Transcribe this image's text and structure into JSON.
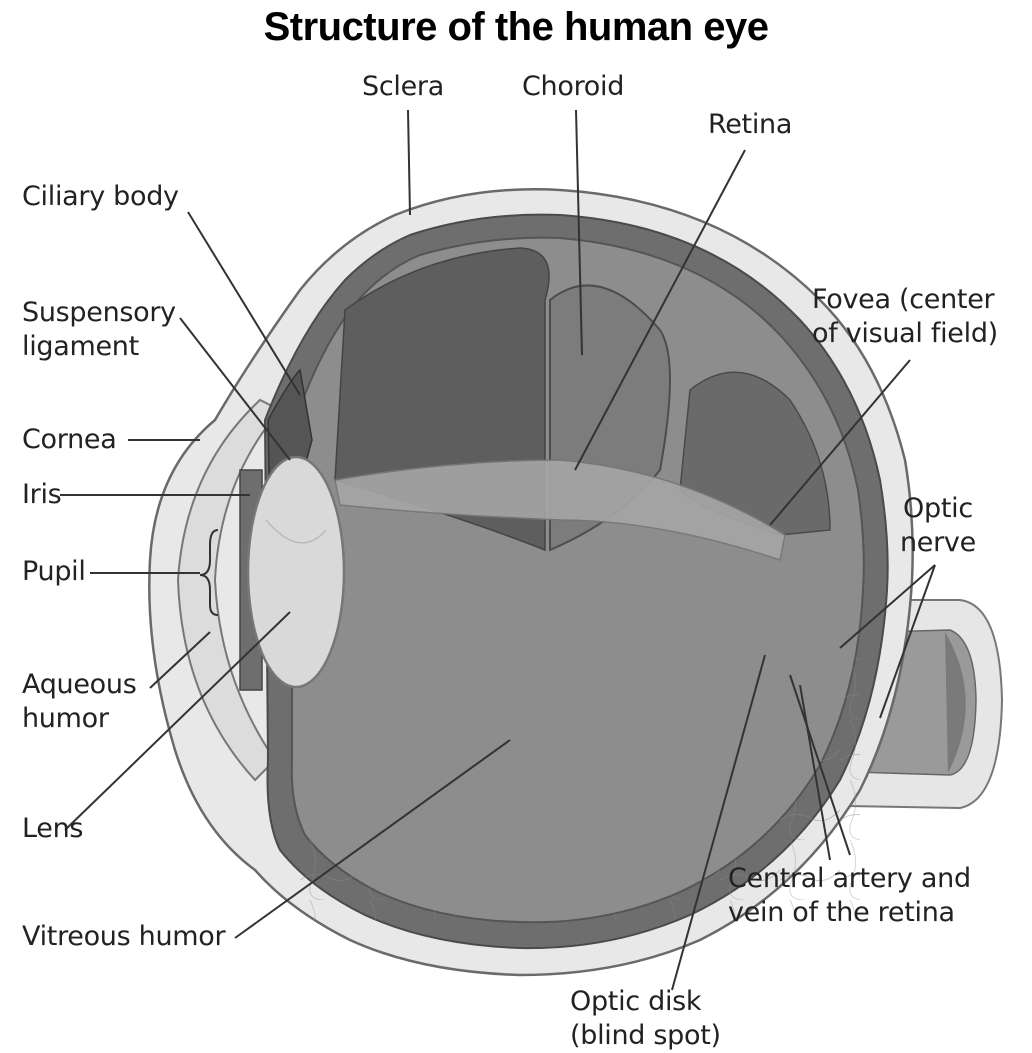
{
  "title": "Structure of the human eye",
  "labels": {
    "sclera": "Sclera",
    "choroid": "Choroid",
    "retina": "Retina",
    "ciliary_body": "Ciliary body",
    "suspensory_ligament": [
      "Suspensory",
      "ligament"
    ],
    "cornea": "Cornea",
    "iris": "Iris",
    "pupil": "Pupil",
    "aqueous_humor": [
      "Aqueous",
      "humor"
    ],
    "lens": "Lens",
    "vitreous_humor": "Vitreous humor",
    "fovea": [
      "Fovea (center",
      "of visual field)"
    ],
    "optic_nerve": [
      "Optic",
      "nerve"
    ],
    "central_artery": [
      "Central artery and",
      "vein of the retina"
    ],
    "optic_disk": [
      "Optic disk",
      "(blind spot)"
    ]
  }
}
